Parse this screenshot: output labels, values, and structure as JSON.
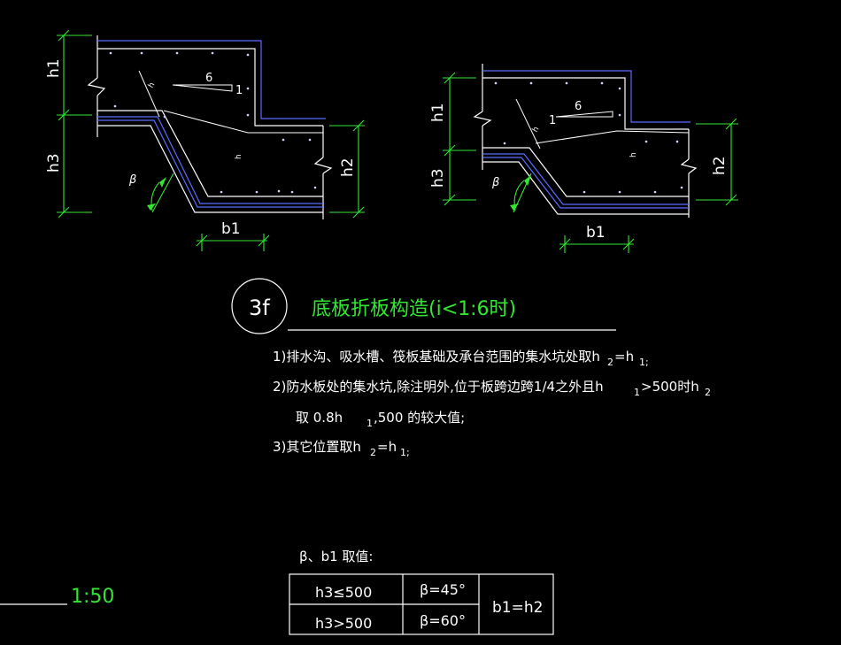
{
  "colors": {
    "background": "#000000",
    "line": "#ffffff",
    "waterproof": "#5a6cff",
    "dimension": "#33e633"
  },
  "detail_left": {
    "dim_h1": "h1",
    "dim_h3": "h3",
    "dim_h2": "h2",
    "dim_b1": "b1",
    "angle": "β",
    "slope_run": "6",
    "slope_rise": "1",
    "tag_small_1": "h",
    "tag_small_2": "h"
  },
  "detail_right": {
    "dim_h1": "h1",
    "dim_h3": "h3",
    "dim_h2": "h2",
    "dim_b1": "b1",
    "angle": "β",
    "slope_run": "6",
    "slope_rise": "1",
    "tag_small_1": "h",
    "tag_small_2": "h"
  },
  "detail_label": {
    "number": "3f",
    "title": "底板折板构造(i<1:6时)"
  },
  "notes": {
    "n1_a": "1)排水沟、吸水槽、筏板基础及承台范围的集水坑处取h",
    "n1_b": "2",
    "n1_c": "=h",
    "n1_d": "1;",
    "n2_a": "2)防水板处的集水坑,除注明外,位于板跨边跨1/4之外且h",
    "n2_b": "1",
    "n2_c": ">500时h",
    "n2_d": "2",
    "n2_e": "取 0.8h",
    "n2_f": "1",
    "n2_g": ",500  的较大值;",
    "n3_a": "3)其它位置取h",
    "n3_b": "2",
    "n3_c": "=h",
    "n3_d": "1;"
  },
  "scale": "1:50",
  "table": {
    "caption": "β、b1 取值:",
    "r1c1": "h3≤500",
    "r1c2": "β=45°",
    "r2c1": "h3>500",
    "r2c2": "β=60°",
    "merged": "b1=h2"
  }
}
